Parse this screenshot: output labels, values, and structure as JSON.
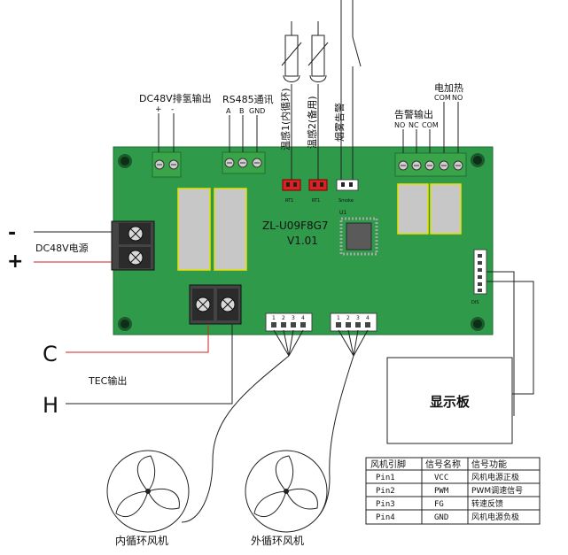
{
  "board": {
    "model": "ZL-U09F8G7",
    "version": "V1.01",
    "chip_label": "U1",
    "rt1_label": "RT1",
    "rt2_label": "RT1",
    "smoke_label": "Smoke",
    "dis_label": "DIS"
  },
  "connectors": {
    "dc48v_exhaust": {
      "title": "DC48V排氢输出",
      "plus": "+",
      "minus": "-"
    },
    "rs485": {
      "title": "RS485通讯",
      "a": "A",
      "b": "B",
      "gnd": "GND"
    },
    "temp1": "温感1(内循环)",
    "temp2": "温感2(备用)",
    "smoke": "烟雾告警",
    "alarm": {
      "title": "告警输出",
      "no": "NO",
      "nc": "NC",
      "com": "COM"
    },
    "heater": {
      "title": "电加热",
      "com": "COM",
      "no": "NO"
    },
    "fan_pins": [
      "1",
      "2",
      "3",
      "4"
    ]
  },
  "power": {
    "minus": "-",
    "plus": "+",
    "label": "DC48V电源"
  },
  "tec": {
    "label": "TEC输出",
    "c": "C",
    "h": "H"
  },
  "display": {
    "label": "显示板"
  },
  "fans": {
    "inner": "内循环风机",
    "outer": "外循环风机"
  },
  "pin_table": {
    "headers": [
      "风机引脚",
      "信号名称",
      "信号功能"
    ],
    "rows": [
      [
        "Pin1",
        "VCC",
        "风机电源正极"
      ],
      [
        "Pin2",
        "PWM",
        "PWM调速信号"
      ],
      [
        "Pin3",
        "FG",
        "转速反馈"
      ],
      [
        "Pin4",
        "GND",
        "风机电源负极"
      ]
    ]
  },
  "colors": {
    "board": "#2e9a4a",
    "terminal": "#3aa548",
    "relay": "#c7c7c7",
    "relay_border": "#e8e000",
    "sensor_red": "#e02020",
    "wire_red": "#cc2222"
  }
}
